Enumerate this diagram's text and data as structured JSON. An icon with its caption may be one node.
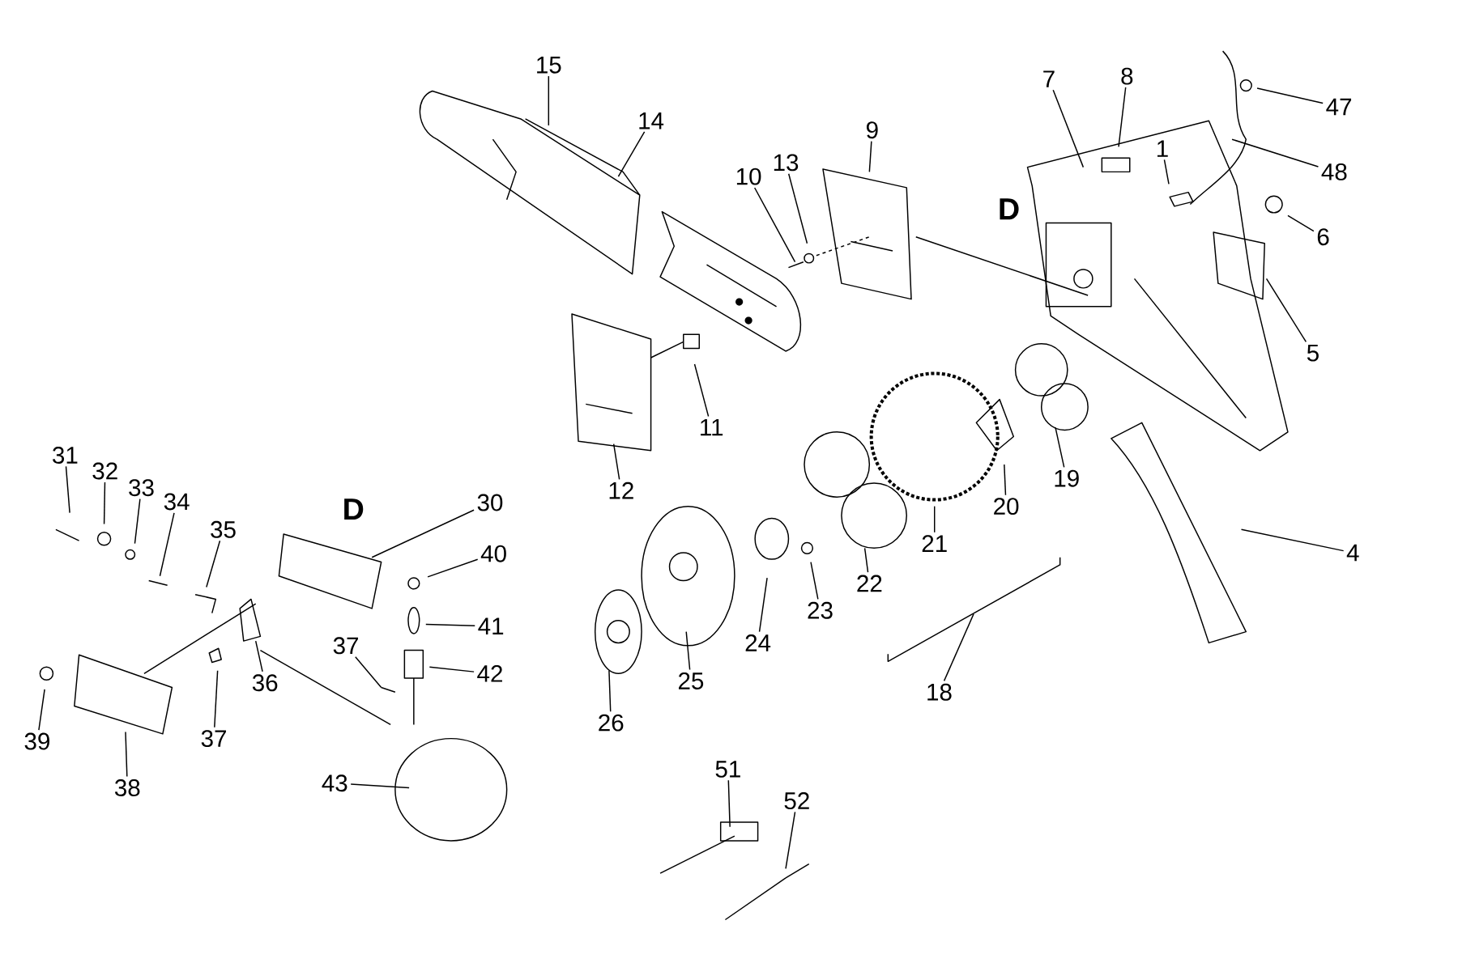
{
  "diagram": {
    "nodes": [
      {
        "text": [
          "15"
        ]
      },
      {
        "text": [
          "14"
        ]
      },
      {
        "text": [
          "10"
        ]
      },
      {
        "text": [
          "13"
        ]
      },
      {
        "text": [
          "9"
        ]
      },
      {
        "text": [
          "7"
        ]
      },
      {
        "text": [
          "8"
        ]
      },
      {
        "text": [
          "1"
        ]
      },
      {
        "text": [
          "47"
        ]
      },
      {
        "text": [
          "48"
        ]
      },
      {
        "text": [
          "6"
        ]
      },
      {
        "text": [
          "5"
        ]
      },
      {
        "text": [
          "11"
        ]
      },
      {
        "text": [
          "12"
        ]
      },
      {
        "text": [
          "19"
        ]
      },
      {
        "text": [
          "20"
        ]
      },
      {
        "text": [
          "21"
        ]
      },
      {
        "text": [
          "18"
        ]
      },
      {
        "text": [
          "22"
        ]
      },
      {
        "text": [
          "23"
        ]
      },
      {
        "text": [
          "24"
        ]
      },
      {
        "text": [
          "25"
        ]
      },
      {
        "text": [
          "26"
        ]
      },
      {
        "text": [
          "4"
        ]
      },
      {
        "text": [
          "31"
        ]
      },
      {
        "text": [
          "32"
        ]
      },
      {
        "text": [
          "33"
        ]
      },
      {
        "text": [
          "34"
        ]
      },
      {
        "text": [
          "35"
        ]
      },
      {
        "text": [
          "30"
        ]
      },
      {
        "text": [
          "40"
        ]
      },
      {
        "text": [
          "41"
        ]
      },
      {
        "text": [
          "42"
        ]
      },
      {
        "text": [
          "37"
        ]
      },
      {
        "text": [
          "37"
        ]
      },
      {
        "text": [
          "36"
        ]
      },
      {
        "text": [
          "39"
        ]
      },
      {
        "text": [
          "38"
        ]
      },
      {
        "text": [
          "43"
        ]
      },
      {
        "text": [
          "51"
        ]
      },
      {
        "text": [
          "52"
        ]
      },
      {
        "text": [],
        "shape": "bar"
      }
    ],
    "edges": [
      {
        "from": 0,
        "to": null,
        "arrow": "none"
      },
      {
        "from": 1,
        "to": null,
        "arrow": "none"
      },
      {
        "from": 2,
        "to": null,
        "arrow": "none"
      },
      {
        "from": 3,
        "to": null,
        "arrow": "none"
      },
      {
        "from": 4,
        "to": null,
        "arrow": "none"
      },
      {
        "from": 5,
        "to": null,
        "arrow": "none"
      },
      {
        "from": 6,
        "to": null,
        "arrow": "none"
      },
      {
        "from": 7,
        "to": null,
        "arrow": "none"
      },
      {
        "from": 8,
        "to": null,
        "arrow": "none"
      },
      {
        "from": 9,
        "to": null,
        "arrow": "none"
      },
      {
        "from": 10,
        "to": null,
        "arrow": "none"
      },
      {
        "from": 11,
        "to": null,
        "arrow": "none"
      },
      {
        "from": 12,
        "to": null,
        "arrow": "none"
      },
      {
        "from": 13,
        "to": null,
        "arrow": "none"
      },
      {
        "from": 14,
        "to": null,
        "arrow": "none"
      },
      {
        "from": 15,
        "to": null,
        "arrow": "none"
      },
      {
        "from": 16,
        "to": null,
        "arrow": "none"
      },
      {
        "from": 17,
        "to": 41,
        "arrow": "none"
      },
      {
        "from": 18,
        "to": null,
        "arrow": "none"
      },
      {
        "from": 19,
        "to": null,
        "arrow": "none"
      },
      {
        "from": 20,
        "to": null,
        "arrow": "none"
      },
      {
        "from": 21,
        "to": null,
        "arrow": "none"
      },
      {
        "from": 22,
        "to": null,
        "arrow": "none"
      },
      {
        "from": 23,
        "to": null,
        "arrow": "none"
      },
      {
        "from": 24,
        "to": null,
        "arrow": "none"
      },
      {
        "from": 25,
        "to": null,
        "arrow": "none"
      },
      {
        "from": 26,
        "to": null,
        "arrow": "none"
      },
      {
        "from": 27,
        "to": null,
        "arrow": "none"
      },
      {
        "from": 28,
        "to": null,
        "arrow": "none"
      },
      {
        "from": 29,
        "to": null,
        "arrow": "none"
      },
      {
        "from": 30,
        "to": null,
        "arrow": "none"
      },
      {
        "from": 31,
        "to": null,
        "arrow": "none"
      },
      {
        "from": 32,
        "to": null,
        "arrow": "none"
      },
      {
        "from": 33,
        "to": null,
        "arrow": "none"
      },
      {
        "from": 34,
        "to": null,
        "arrow": "none"
      },
      {
        "from": 35,
        "to": null,
        "arrow": "none"
      },
      {
        "from": 36,
        "to": null,
        "arrow": "none"
      },
      {
        "from": 37,
        "to": null,
        "arrow": "none"
      },
      {
        "from": 38,
        "to": null,
        "arrow": "none"
      },
      {
        "from": 39,
        "to": null,
        "arrow": "none"
      },
      {
        "from": 40,
        "to": null,
        "arrow": "none"
      }
    ],
    "labels": [
      "D",
      "D"
    ]
  }
}
